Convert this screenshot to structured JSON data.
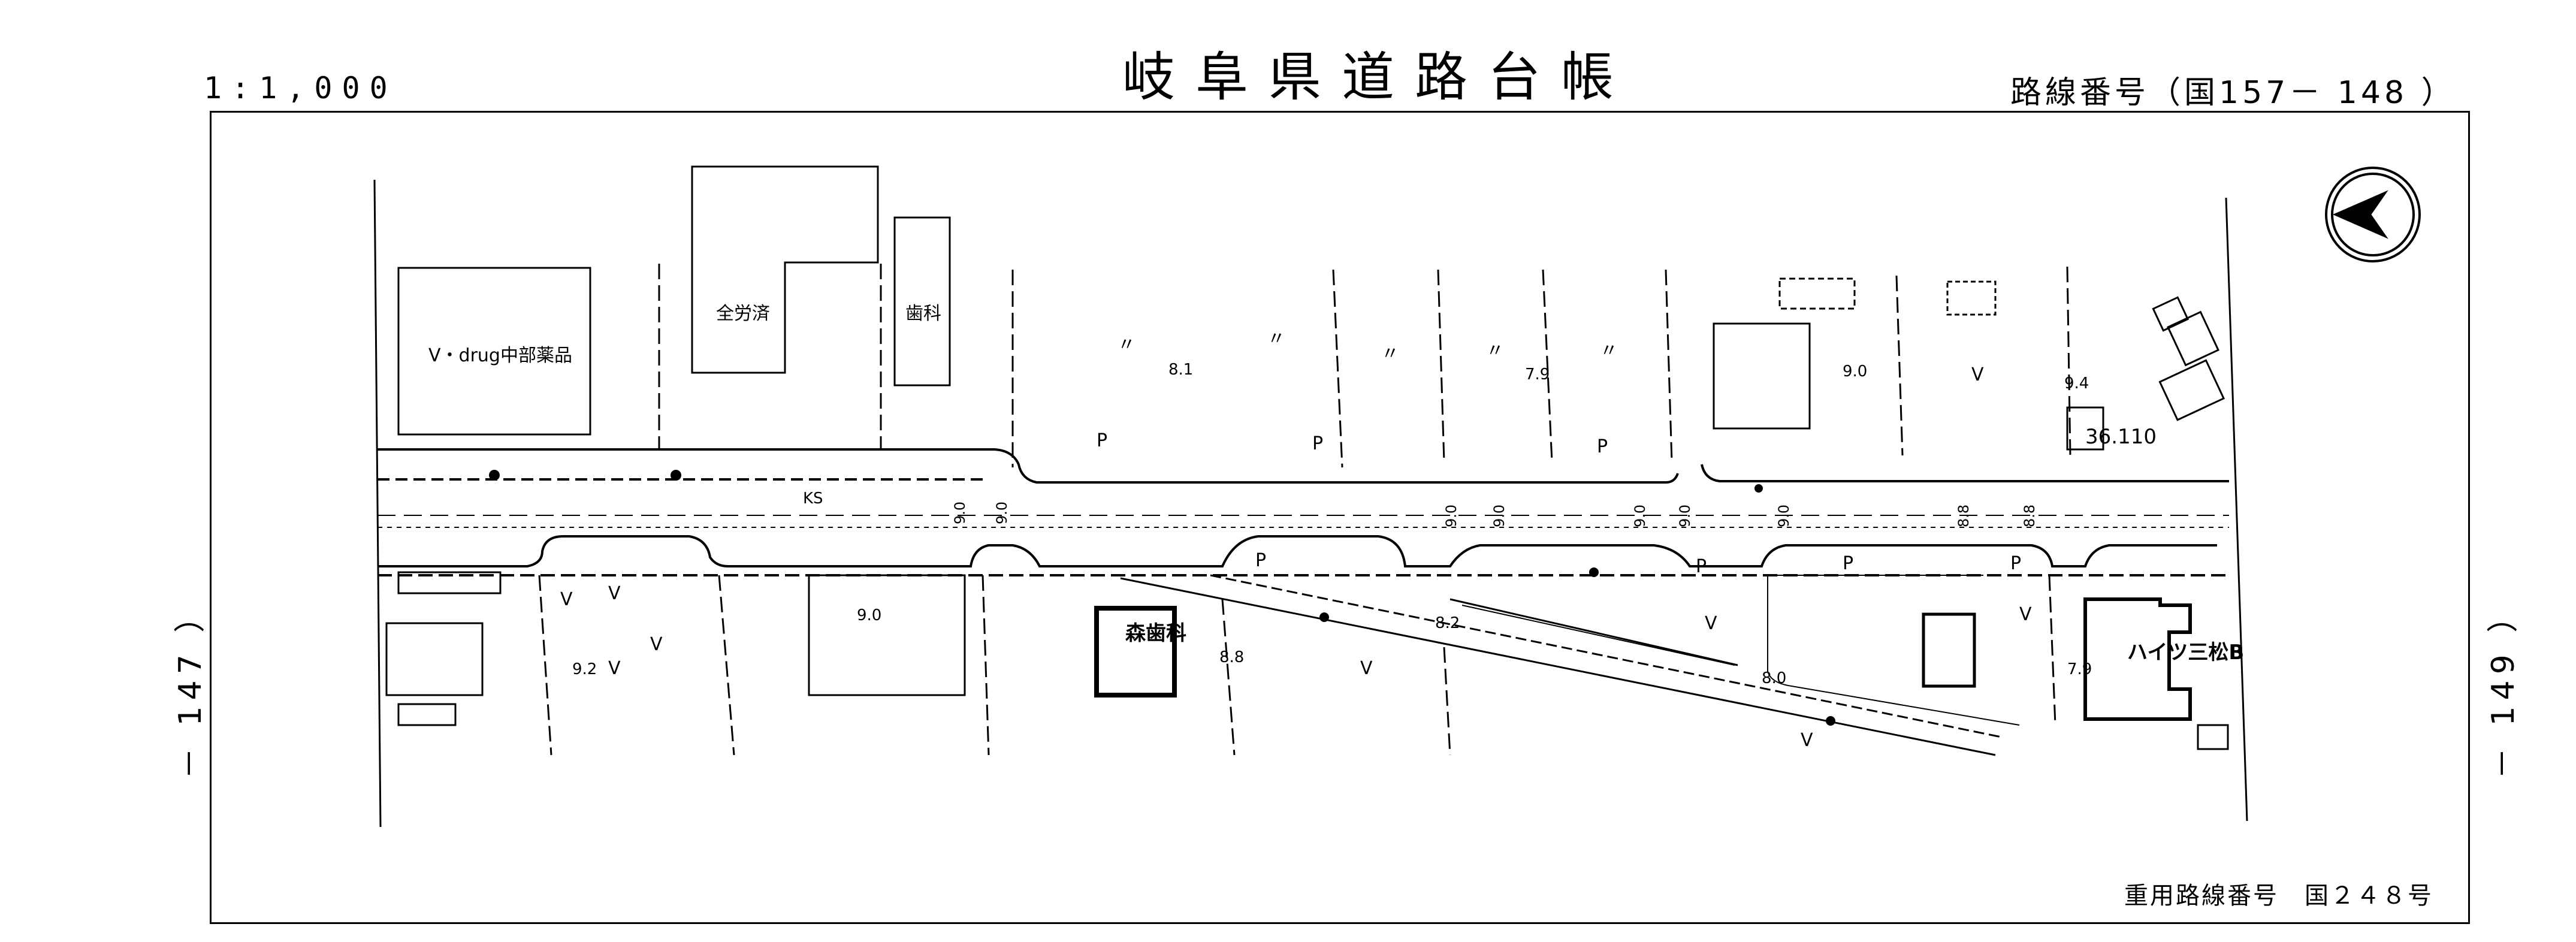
{
  "header": {
    "title": "岐阜県道路台帳",
    "scale": "1:1,000",
    "route_number": "路線番号（国157－ 148 ）"
  },
  "sides": {
    "left_sheet": "－ 147 ）",
    "right_sheet": "－ 149 ）"
  },
  "footer": {
    "duplicate_route": "重用路線番号　国２４８号"
  },
  "map": {
    "buildings": {
      "vdrug": "V・drug中部薬品",
      "zenrosai": "全労済",
      "shika": "歯科",
      "mori_shika": "森歯科",
      "heights": "ハイツ三松B"
    },
    "elevations": [
      "8.1",
      "7.9",
      "9.0",
      "9.4",
      "9.2",
      "9.0",
      "8.8",
      "8.2",
      "8.0",
      "7.9"
    ],
    "benchmark": "36.110",
    "road_chainage": [
      "9.0",
      "9.0",
      "9.0",
      "9.0",
      "9.0",
      "9.0",
      "9.0",
      "8.8",
      "8.8"
    ],
    "symbols": {
      "parking": "P",
      "field": "V",
      "grass": "〃",
      "ks": "KS"
    },
    "north_arrow": "north-arrow"
  }
}
